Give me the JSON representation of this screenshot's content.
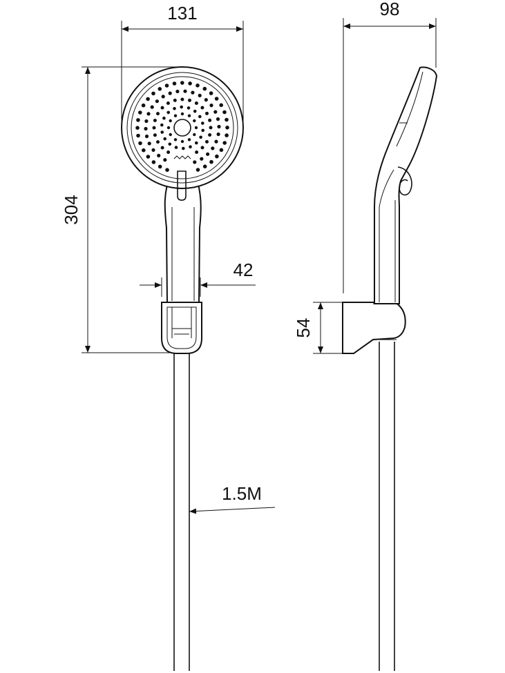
{
  "dimensions": {
    "head_width": "131",
    "side_depth": "98",
    "total_height": "304",
    "handle_width": "42",
    "holder_height": "54",
    "hose_length": "1.5M"
  },
  "colors": {
    "line": "#111111",
    "background": "#ffffff"
  }
}
